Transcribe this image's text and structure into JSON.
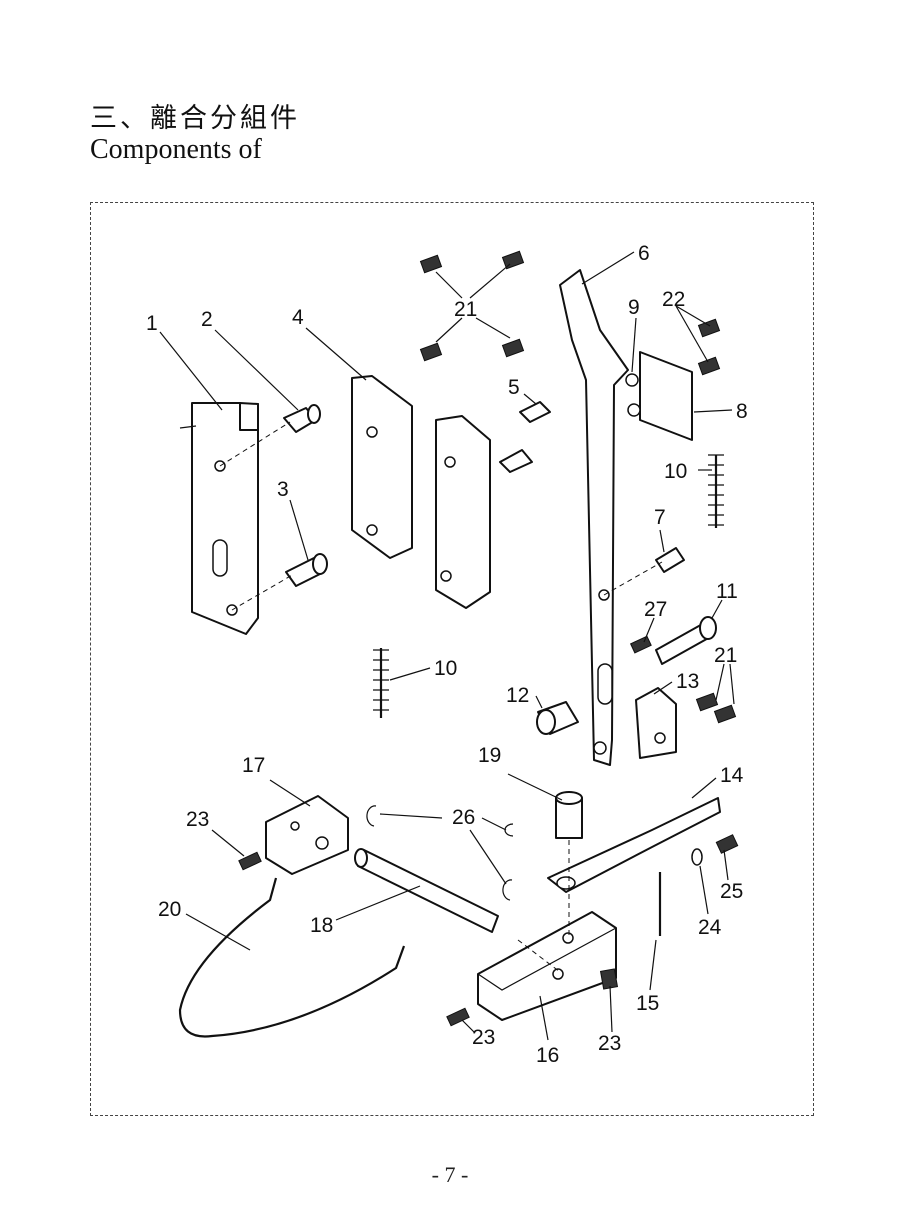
{
  "title": {
    "chinese": "三、離合分組件",
    "english": "Components of"
  },
  "callouts": [
    {
      "id": "c1",
      "text": "1"
    },
    {
      "id": "c2",
      "text": "2"
    },
    {
      "id": "c3",
      "text": "3"
    },
    {
      "id": "c4",
      "text": "4"
    },
    {
      "id": "c5",
      "text": "5"
    },
    {
      "id": "c6",
      "text": "6"
    },
    {
      "id": "c7",
      "text": "7"
    },
    {
      "id": "c8",
      "text": "8"
    },
    {
      "id": "c9",
      "text": "9"
    },
    {
      "id": "c10a",
      "text": "10"
    },
    {
      "id": "c10b",
      "text": "10"
    },
    {
      "id": "c11",
      "text": "11"
    },
    {
      "id": "c12",
      "text": "12"
    },
    {
      "id": "c13",
      "text": "13"
    },
    {
      "id": "c14",
      "text": "14"
    },
    {
      "id": "c15",
      "text": "15"
    },
    {
      "id": "c16",
      "text": "16"
    },
    {
      "id": "c17",
      "text": "17"
    },
    {
      "id": "c18",
      "text": "18"
    },
    {
      "id": "c19",
      "text": "19"
    },
    {
      "id": "c20",
      "text": "20"
    },
    {
      "id": "c21a",
      "text": "21"
    },
    {
      "id": "c21b",
      "text": "21"
    },
    {
      "id": "c22",
      "text": "22"
    },
    {
      "id": "c23a",
      "text": "23"
    },
    {
      "id": "c23b",
      "text": "23"
    },
    {
      "id": "c23c",
      "text": "23"
    },
    {
      "id": "c24",
      "text": "24"
    },
    {
      "id": "c25",
      "text": "25"
    },
    {
      "id": "c26",
      "text": "26"
    },
    {
      "id": "c27",
      "text": "27"
    }
  ],
  "page_number": "- 7 -"
}
